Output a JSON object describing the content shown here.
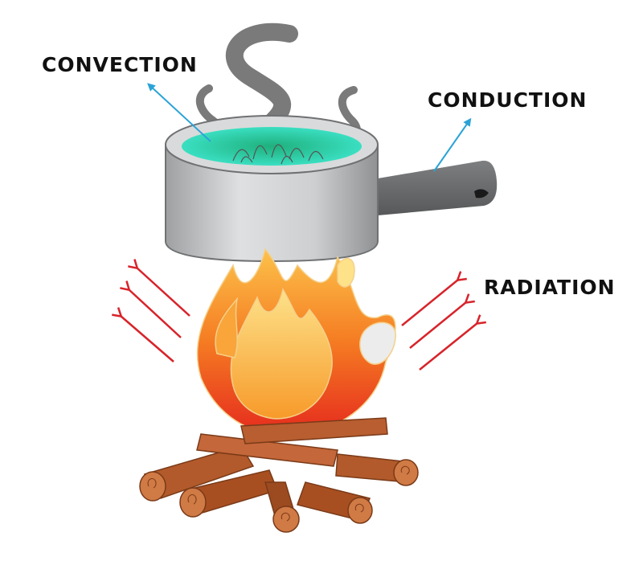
{
  "labels": {
    "convection": "CONVECTION",
    "conduction": "CONDUCTION",
    "radiation": "RADIATION"
  },
  "colors": {
    "arrow_blue": "#2ba3d6",
    "arrow_red": "#d8232a",
    "pot_body": "#c9cbcc",
    "water": "#2fe0b4",
    "steam": "#7a7a7a",
    "flame_outer": "#f26b1d",
    "flame_inner": "#fbb040",
    "wood": "#b25a2b"
  },
  "icons": {
    "pot": "saucepan-icon",
    "fire": "campfire-icon",
    "steam": "steam-icon"
  }
}
